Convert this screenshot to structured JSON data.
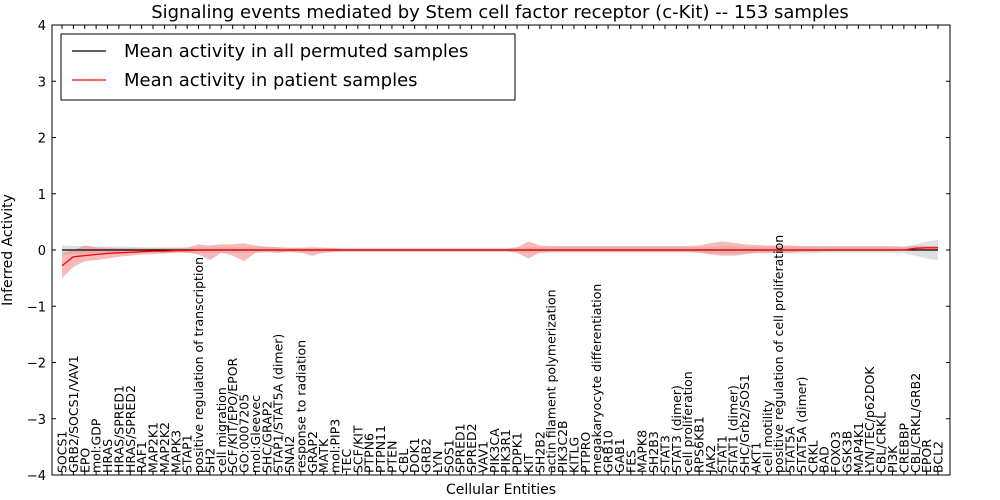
{
  "chart_data": {
    "type": "line",
    "title": "Signaling events mediated by Stem cell factor receptor (c-Kit) -- 153 samples",
    "xlabel": "Cellular Entities",
    "ylabel": "Inferred Activity",
    "ylim": [
      -4,
      4
    ],
    "yticks": [
      "4",
      "3",
      "2",
      "1",
      "0",
      "−1",
      "−2",
      "−3",
      "−4"
    ],
    "legend_position": "top-left",
    "categories": [
      "SOCS1",
      "GRB2/SOCS1/VAV1",
      "EPO",
      "mol:GDP",
      "HRAS",
      "HRAS/SPRED1",
      "HRAS/SPRED2",
      "RAF1",
      "MAP2K1",
      "MAP2K2",
      "MAPK3",
      "STAP1",
      "positive regulation of transcription",
      "SH2",
      "cell migration",
      "SCF/KIT/EPO/EPOR",
      "GO:0007205",
      "mol:Gleevec",
      "SHC/GRAP2",
      "STAP1/STAT5A (dimer)",
      "SNAI2",
      "response to radiation",
      "GRAP2",
      "MATK",
      "mol:PIP3",
      "TEC",
      "SCF/KIT",
      "PTPN6",
      "PTPN11",
      "PTEN",
      "CBL",
      "DOK1",
      "GRB2",
      "LYN",
      "SOS1",
      "SPRED1",
      "SPRED2",
      "VAV1",
      "PIK3CA",
      "PIK3R1",
      "PDPK1",
      "KIT",
      "SH2B2",
      "actin filament polymerization",
      "PIK3C2B",
      "KITLG",
      "PTPRO",
      "megakaryocyte differentiation",
      "GRB10",
      "GAB1",
      "FES",
      "MAPK8",
      "SH2B3",
      "STAT3",
      "STAT3 (dimer)",
      "cell proliferation",
      "RPS6KB1",
      "JAK2",
      "STAT1",
      "STAT1 (dimer)",
      "SHC/Grb2/SOS1",
      "AKT1",
      "cell motility",
      "positive regulation of cell proliferation",
      "STAT5A",
      "STAT5A (dimer)",
      "CRKL",
      "BAD",
      "FOXO3",
      "GSK3B",
      "MAP4K1",
      "LYN/TEC/p62DOK",
      "CBL/CRKL",
      "PI3K",
      "CREBBP",
      "CBL/CRKL/GRB2",
      "EPOR",
      "BCL2"
    ],
    "series": [
      {
        "name": "Mean activity in all permuted samples",
        "color": "#000000",
        "band_color": "#bbbbbb",
        "values": [
          0.0,
          0.0,
          0.0,
          0.0,
          0.0,
          0.0,
          0.0,
          0.0,
          0.0,
          0.0,
          0.0,
          0.0,
          0.0,
          0.0,
          0.0,
          0.0,
          0.0,
          0.0,
          0.0,
          0.0,
          0.0,
          0.0,
          0.0,
          0.0,
          0.0,
          0.0,
          0.0,
          0.0,
          0.0,
          0.0,
          0.0,
          0.0,
          0.0,
          0.0,
          0.0,
          0.0,
          0.0,
          0.0,
          0.0,
          0.0,
          0.0,
          0.0,
          0.0,
          0.0,
          0.0,
          0.0,
          0.0,
          0.0,
          0.0,
          0.0,
          0.0,
          0.0,
          0.0,
          0.0,
          0.0,
          0.0,
          0.0,
          0.0,
          0.0,
          0.0,
          0.0,
          0.0,
          0.0,
          0.0,
          0.0,
          0.0,
          0.0,
          0.0,
          0.0,
          0.0,
          0.0,
          0.0,
          0.0,
          0.0,
          0.0,
          0.0,
          0.0,
          0.0
        ],
        "lower": [
          -0.08,
          -0.07,
          -0.07,
          -0.06,
          -0.06,
          -0.06,
          -0.06,
          -0.05,
          -0.05,
          -0.05,
          -0.05,
          -0.05,
          -0.05,
          -0.05,
          -0.05,
          -0.05,
          -0.05,
          -0.05,
          -0.05,
          -0.05,
          -0.04,
          -0.04,
          -0.04,
          -0.04,
          -0.04,
          -0.04,
          -0.04,
          -0.04,
          -0.04,
          -0.04,
          -0.04,
          -0.04,
          -0.04,
          -0.04,
          -0.04,
          -0.04,
          -0.04,
          -0.04,
          -0.04,
          -0.04,
          -0.04,
          -0.05,
          -0.05,
          -0.05,
          -0.05,
          -0.05,
          -0.05,
          -0.05,
          -0.05,
          -0.05,
          -0.05,
          -0.05,
          -0.05,
          -0.05,
          -0.05,
          -0.05,
          -0.05,
          -0.06,
          -0.07,
          -0.07,
          -0.06,
          -0.06,
          -0.06,
          -0.06,
          -0.06,
          -0.06,
          -0.06,
          -0.05,
          -0.05,
          -0.05,
          -0.05,
          -0.05,
          -0.05,
          -0.05,
          -0.06,
          -0.1,
          -0.15,
          -0.18
        ],
        "upper": [
          0.08,
          0.07,
          0.07,
          0.06,
          0.06,
          0.06,
          0.06,
          0.05,
          0.05,
          0.05,
          0.05,
          0.05,
          0.05,
          0.05,
          0.05,
          0.05,
          0.05,
          0.05,
          0.05,
          0.05,
          0.04,
          0.04,
          0.04,
          0.04,
          0.04,
          0.04,
          0.04,
          0.04,
          0.04,
          0.04,
          0.04,
          0.04,
          0.04,
          0.04,
          0.04,
          0.04,
          0.04,
          0.04,
          0.04,
          0.04,
          0.04,
          0.05,
          0.05,
          0.05,
          0.05,
          0.05,
          0.05,
          0.05,
          0.05,
          0.05,
          0.05,
          0.05,
          0.05,
          0.05,
          0.05,
          0.05,
          0.05,
          0.06,
          0.07,
          0.07,
          0.06,
          0.06,
          0.06,
          0.06,
          0.06,
          0.06,
          0.06,
          0.05,
          0.05,
          0.05,
          0.05,
          0.05,
          0.05,
          0.05,
          0.06,
          0.1,
          0.15,
          0.18
        ]
      },
      {
        "name": "Mean activity in patient samples",
        "color": "#ff0000",
        "band_color": "#f08080",
        "values": [
          -0.28,
          -0.12,
          -0.1,
          -0.08,
          -0.06,
          -0.05,
          -0.04,
          -0.03,
          -0.02,
          -0.02,
          -0.01,
          -0.01,
          0.0,
          0.0,
          0.0,
          0.0,
          0.0,
          0.0,
          0.0,
          0.0,
          0.0,
          0.0,
          0.0,
          0.0,
          0.0,
          0.0,
          0.0,
          0.0,
          0.0,
          0.0,
          0.0,
          0.0,
          0.0,
          0.0,
          0.0,
          0.0,
          0.0,
          0.0,
          0.0,
          0.0,
          0.0,
          0.0,
          0.0,
          0.0,
          0.0,
          0.0,
          0.0,
          0.0,
          0.0,
          0.0,
          0.0,
          0.0,
          0.0,
          0.0,
          0.0,
          0.0,
          0.0,
          0.0,
          0.0,
          0.0,
          0.0,
          0.0,
          0.0,
          0.0,
          0.0,
          0.0,
          0.0,
          0.0,
          0.0,
          0.0,
          0.0,
          0.0,
          0.0,
          0.0,
          0.0,
          0.03,
          0.04,
          0.04
        ],
        "lower": [
          -0.5,
          -0.3,
          -0.2,
          -0.18,
          -0.15,
          -0.12,
          -0.1,
          -0.08,
          -0.07,
          -0.06,
          -0.05,
          -0.05,
          -0.08,
          -0.18,
          -0.05,
          -0.1,
          -0.2,
          -0.05,
          -0.03,
          -0.05,
          -0.03,
          -0.05,
          -0.1,
          -0.05,
          -0.03,
          -0.02,
          -0.02,
          -0.02,
          -0.02,
          -0.02,
          -0.02,
          -0.02,
          -0.02,
          -0.02,
          -0.02,
          -0.02,
          -0.02,
          -0.02,
          -0.02,
          -0.02,
          -0.05,
          -0.15,
          -0.05,
          -0.03,
          -0.03,
          -0.03,
          -0.03,
          -0.03,
          -0.03,
          -0.03,
          -0.03,
          -0.03,
          -0.03,
          -0.03,
          -0.03,
          -0.03,
          -0.05,
          -0.08,
          -0.1,
          -0.1,
          -0.08,
          -0.05,
          -0.05,
          -0.05,
          -0.05,
          -0.03,
          -0.03,
          -0.02,
          -0.02,
          -0.02,
          -0.02,
          -0.02,
          -0.02,
          -0.02,
          0.0,
          0.0,
          0.0,
          0.0
        ],
        "upper": [
          -0.05,
          0.0,
          0.08,
          0.05,
          0.04,
          0.03,
          0.03,
          0.03,
          0.03,
          0.03,
          0.03,
          0.04,
          0.1,
          0.08,
          0.1,
          0.1,
          0.12,
          0.08,
          0.06,
          0.05,
          0.04,
          0.04,
          0.05,
          0.04,
          0.03,
          0.02,
          0.02,
          0.02,
          0.02,
          0.02,
          0.02,
          0.02,
          0.02,
          0.02,
          0.02,
          0.02,
          0.02,
          0.02,
          0.02,
          0.02,
          0.05,
          0.15,
          0.08,
          0.07,
          0.07,
          0.07,
          0.07,
          0.07,
          0.07,
          0.07,
          0.07,
          0.07,
          0.07,
          0.07,
          0.07,
          0.07,
          0.08,
          0.12,
          0.15,
          0.13,
          0.1,
          0.09,
          0.08,
          0.08,
          0.08,
          0.07,
          0.07,
          0.07,
          0.07,
          0.07,
          0.07,
          0.07,
          0.07,
          0.07,
          0.06,
          0.07,
          0.07,
          0.07
        ]
      }
    ]
  }
}
